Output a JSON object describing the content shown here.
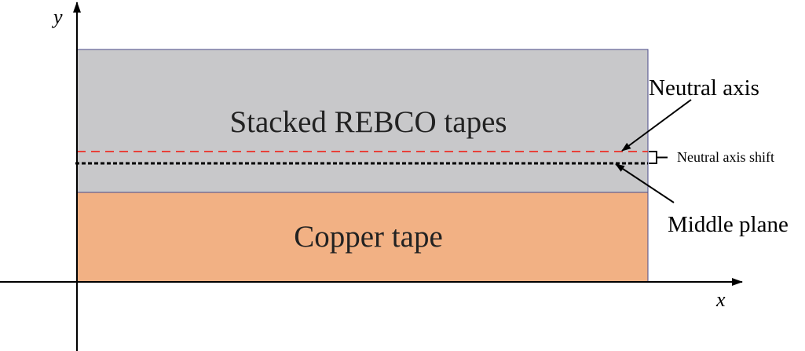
{
  "axes": {
    "x_label": "x",
    "y_label": "y"
  },
  "regions": {
    "rebco_label": "Stacked REBCO tapes",
    "copper_label": "Copper tape"
  },
  "annotations": {
    "neutral_axis": "Neutral axis",
    "neutral_axis_shift": "Neutral axis shift",
    "middle_plane": "Middle plane"
  },
  "colors": {
    "rebco_fill": "#c8c8ca",
    "copper_fill": "#f2b184",
    "neutral_axis_line": "#e8413a",
    "middle_plane_line": "#000000"
  }
}
